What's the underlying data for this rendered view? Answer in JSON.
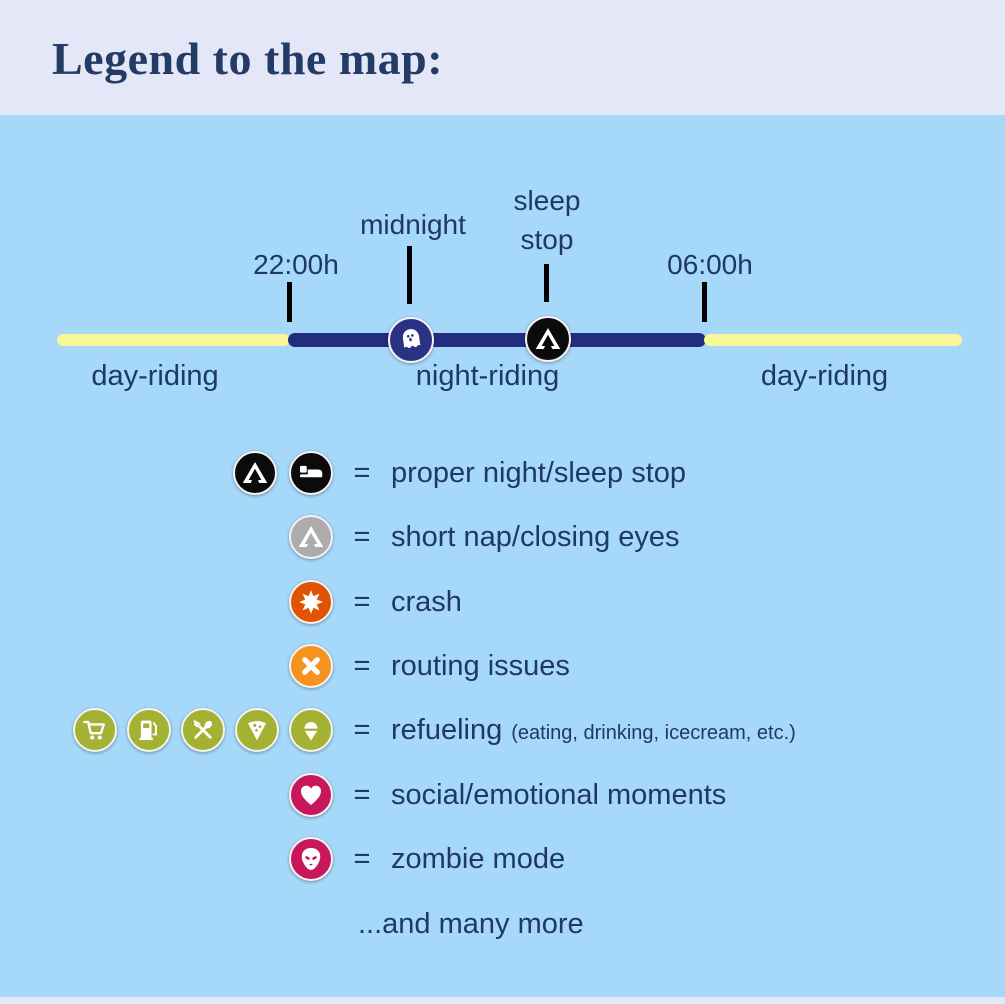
{
  "header": {
    "title": "Legend to the map:"
  },
  "timeline": {
    "ticks": [
      {
        "label": "22:00h"
      },
      {
        "label": "midnight"
      },
      {
        "label": "sleep stop"
      },
      {
        "label": "06:00h"
      }
    ],
    "segments": [
      {
        "label": "day-riding"
      },
      {
        "label": "night-riding"
      },
      {
        "label": "day-riding"
      }
    ],
    "markers": [
      {
        "icon": "ghost-icon",
        "at": "midnight"
      },
      {
        "icon": "tent-icon",
        "at": "sleep stop"
      }
    ]
  },
  "legend": {
    "equals": "=",
    "rows": [
      {
        "icons": [
          "tent-icon",
          "bed-icon"
        ],
        "label": "proper night/sleep stop"
      },
      {
        "icons": [
          "tent-icon"
        ],
        "label": "short nap/closing eyes"
      },
      {
        "icons": [
          "crash-burst-icon"
        ],
        "label": "crash"
      },
      {
        "icons": [
          "cross-icon"
        ],
        "label": "routing issues"
      },
      {
        "icons": [
          "shopping-cart-icon",
          "fuel-pump-icon",
          "cutlery-icon",
          "pizza-icon",
          "ice-cream-icon"
        ],
        "label": "refueling",
        "suffix": "(eating, drinking, icecream, etc.)"
      },
      {
        "icons": [
          "heart-icon"
        ],
        "label": "social/emotional moments"
      },
      {
        "icons": [
          "alien-icon"
        ],
        "label": "zombie mode"
      }
    ],
    "footer": "...and many more"
  },
  "colors": {
    "header_bg": "#E3E7F8",
    "panel_bg": "#A6D8FA",
    "text": "#1F3864",
    "tick": "#000000",
    "day_line_yellow": "#F8F89A",
    "night_line_navy": "#232D7D",
    "sleep_stop_black": "#0B0B0B",
    "nap_gray": "#ACACAC",
    "crash_orange": "#E05305",
    "routing_orange": "#F6921E",
    "refuel_green": "#A4B233",
    "emotion_pink": "#C8175C",
    "midnight_navy": "#2A3284"
  }
}
